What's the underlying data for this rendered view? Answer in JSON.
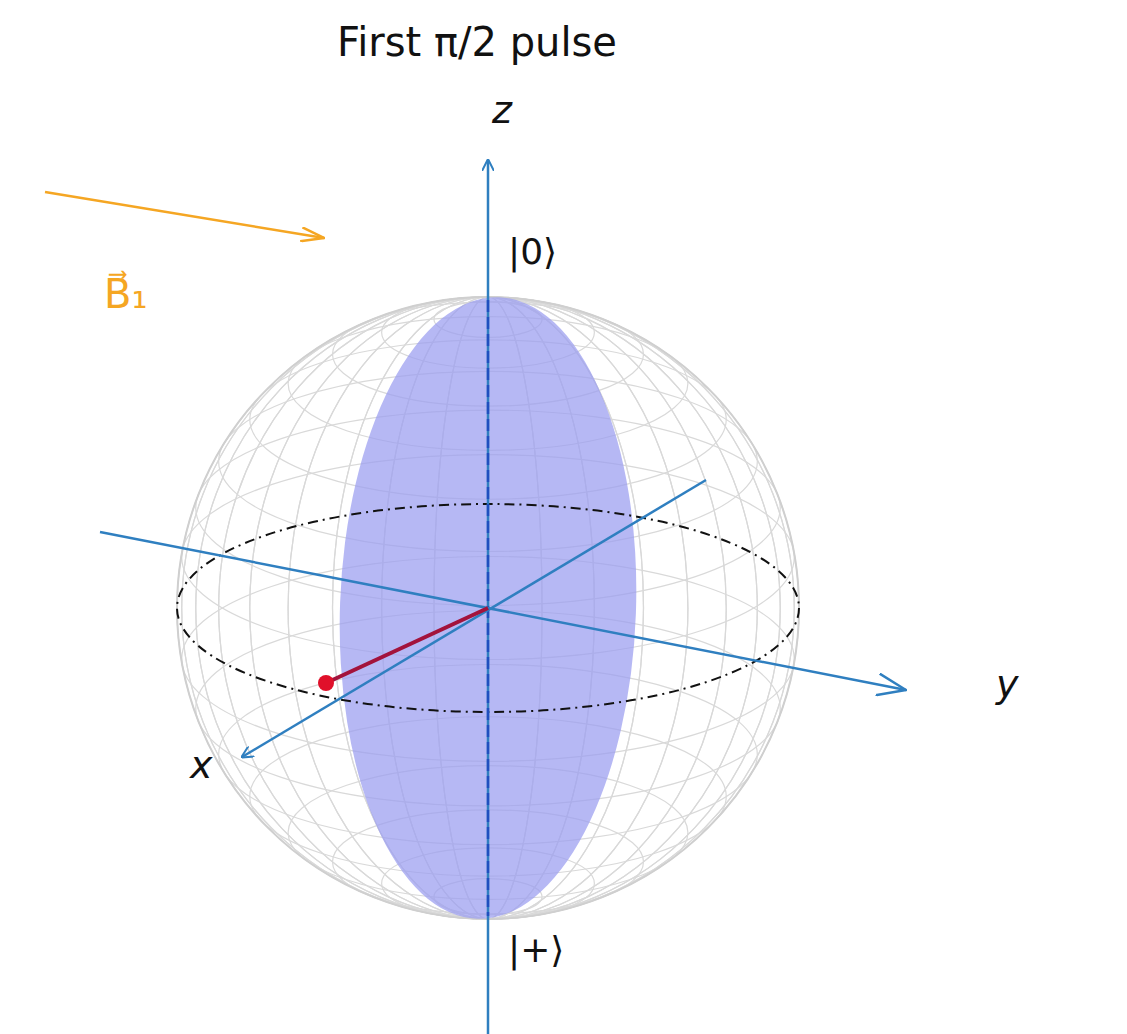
{
  "diagram": {
    "title": "First π/2 pulse",
    "labels": [
      "z",
      "|0⟩",
      "y",
      "x",
      "|+⟩",
      "B⃗₁"
    ]
  }
}
